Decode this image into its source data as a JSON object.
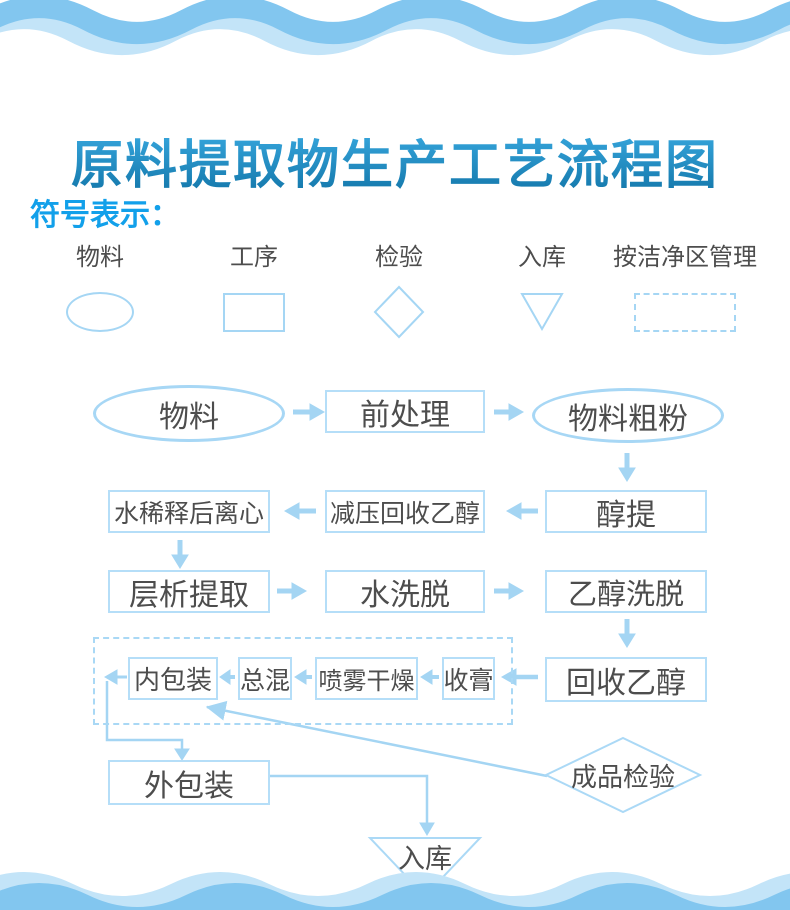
{
  "title": "原料提取物生产工艺流程图",
  "legend": {
    "heading": "符号表示：",
    "items": [
      {
        "label": "物料",
        "shape": "ellipse"
      },
      {
        "label": "工序",
        "shape": "process-rect"
      },
      {
        "label": "检验",
        "shape": "inspection-diamond"
      },
      {
        "label": "入库",
        "shape": "storage-triangle"
      },
      {
        "label": "按洁净区管理",
        "shape": "clean-area-dashed-rect"
      }
    ]
  },
  "flow": {
    "nodes": {
      "material": "物料",
      "pretreatment": "前处理",
      "coarse_powder": "物料粗粉",
      "alcohol_extraction": "醇提",
      "vacuum_ethanol_recovery": "减压回收乙醇",
      "water_dilution_centrifuge": "水稀释后离心",
      "chromatography": "层析提取",
      "water_elution": "水洗脱",
      "ethanol_elution": "乙醇洗脱",
      "ethanol_recovery": "回收乙醇",
      "paste_collection": "收膏",
      "spray_drying": "喷雾干燥",
      "total_mixing": "总混",
      "inner_packaging": "内包装",
      "outer_packaging": "外包装",
      "finished_inspection": "成品检验",
      "warehousing": "入库"
    }
  },
  "colors": {
    "accent_blue": "#12a0ea",
    "title_top": "#3cade4",
    "title_bottom": "#1174a7",
    "shape_stroke": "#abd9f6",
    "arrow": "#a4d5f3",
    "wave_dark": "#82c6ef",
    "wave_light": "#c3e4f8",
    "text_gray": "#4d4d4d"
  }
}
